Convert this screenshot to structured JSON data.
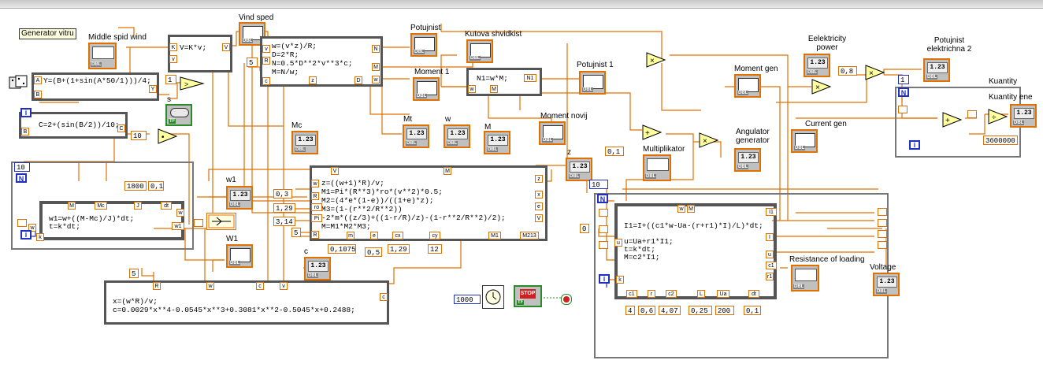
{
  "diagram": {
    "tag_label": "Generator vitru",
    "labels": {
      "middle_spid_wind": "Middle spid wind",
      "vind_sped": "Vind sped",
      "potujnist": "Potujnist",
      "kutova_shvidkist": "Kutova shvidkist",
      "potujnist1": "Potujnist 1",
      "moment1": "Moment 1",
      "moment_novij": "Moment novij",
      "mc": "Mc",
      "mt": "Mt",
      "w": "w",
      "m": "M",
      "z": "z",
      "s": "s",
      "w1_small": "w1",
      "w1_big": "W1",
      "c": "c",
      "multiplikator": "Multiplikator",
      "moment_gen": "Moment  gen",
      "eelektricity_power": "Eelektricity power",
      "potujnist_elektrichna2": "Potujnist elektrichna 2",
      "kuantity": "Kuantity",
      "kuantity_ene": "Kuantity ene",
      "current_gen": "Current gen",
      "angulator_generator": "Angulator generator",
      "resistance_of_loading": "Resistance of loading",
      "voltage": "Voltage"
    },
    "formulas": {
      "vkv": "V=K*v;",
      "y": "Y=(B+(1+sin(A*50/1)))/4;",
      "c2": "C=2+(sin(B/2))/10;",
      "wvz": "w=(v*z)/R;\nD=2*R;\nN=0.5*D**2*v**3*c;\nM=N/w;",
      "n1": "N1=w*M;",
      "w1": "w1=w+((M-Mc)/J)*dt;\nt=k*dt;",
      "z": "z=((w+1)*R)/v;\nM1=Pi*(R**3)*ro*(v**2)*0.5;\nM2=(4*e*(1-e))/((1+e)*z);\nM3=(1-(r**2/R**2))\n-2*m*((z/3)+((1-r/R)/z)-(1-r**2/R**2)/2);\nM=M1*M2*M3;",
      "x": "x=(w*R)/v;\nc=0.0029*x**4-0.0545*x**3+0.3081*x**2-0.5045*x+0.2488;",
      "i1": "I1=I+((c1*w-Ua-(r+r1)*I)/L)*dt;\n\nu=Ua+r1*I1;\nt=k*dt;\nM=c2*I1;"
    },
    "constants": {
      "one": "1",
      "five_a": "5",
      "ten_a": "10",
      "ten_b": "10",
      "j": "1800",
      "dt": "0,1",
      "v1": "0,3",
      "v2": "1,29",
      "v3": "3,14",
      "five_b": "5",
      "m": "0,1075",
      "v4": "0,5",
      "v5": "1,29",
      "v6": "12",
      "five_c": "5",
      "zero_one": "0,1",
      "ten_c": "10",
      "zero": "0",
      "zero_eight": "0,8",
      "hours": "3600000",
      "wait": "1000",
      "c1": "4",
      "r": "0,6",
      "c2": "4,07",
      "L": "0,25",
      "Ua": "200",
      "dt2": "0,1"
    },
    "terminals": {
      "K": "K",
      "v": "v",
      "V": "V",
      "A": "A",
      "B": "B",
      "Y": "Y",
      "C": "C",
      "N": "N",
      "M": "M",
      "R": "R",
      "z": "z",
      "c": "c",
      "D": "D",
      "N1": "N1",
      "w": "w",
      "Mc": "Mc",
      "J": "J",
      "dt": "dt",
      "w1": "w1",
      "k": "k",
      "ro": "ro",
      "Pi": "Pi",
      "e": "e",
      "m": "m",
      "cx": "cx",
      "cy": "cy",
      "M1": "M1",
      "M213": "M213",
      "x": "x",
      "I1": "I1",
      "u": "u",
      "c1": "c1",
      "r1": "r1",
      "c2": "c2",
      "L": "L",
      "Ua": "Ua",
      "I": "I",
      "r": "r"
    },
    "indicator_values": {
      "readout": "1.23",
      "cap": "DBL",
      "tf": "TF"
    },
    "loop_labels": {
      "N": "N",
      "i": "i",
      "stop": "STOP"
    }
  }
}
